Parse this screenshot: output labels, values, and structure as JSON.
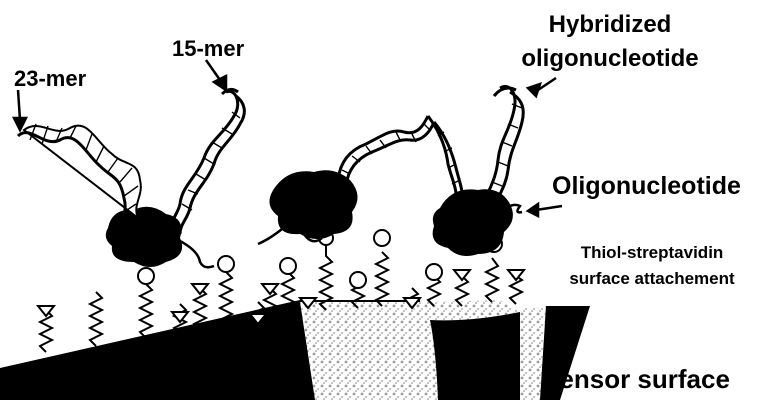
{
  "labels": {
    "mer23": "23-mer",
    "mer15": "15-mer",
    "hybridized_line1": "Hybridized",
    "hybridized_line2": "oligonucleotide",
    "oligonucleotide": "Oligonucleotide",
    "thiol_line1": "Thiol-streptavidin",
    "thiol_line2": "surface attachement",
    "sensor_surface": "Sensor surface"
  },
  "colors": {
    "ink": "#000000",
    "paper": "#ffffff",
    "speckle": "#bdbdbd"
  }
}
